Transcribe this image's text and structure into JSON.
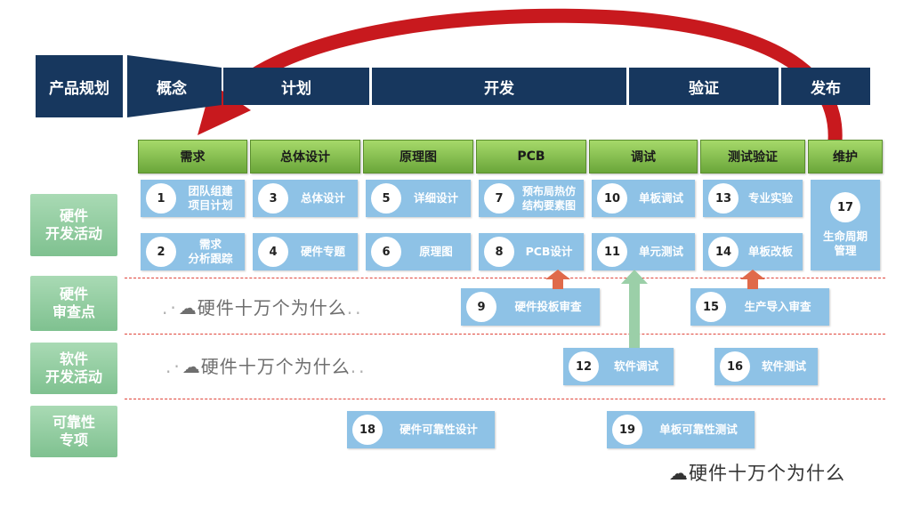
{
  "phases": [
    {
      "id": "product-planning",
      "label": "产品规划"
    },
    {
      "id": "concept",
      "label": "概念"
    },
    {
      "id": "plan",
      "label": "计划"
    },
    {
      "id": "develop",
      "label": "开发"
    },
    {
      "id": "verify",
      "label": "验证"
    },
    {
      "id": "release",
      "label": "发布"
    }
  ],
  "stages": [
    "需求",
    "总体设计",
    "原理图",
    "PCB",
    "调试",
    "测试验证",
    "维护"
  ],
  "rows": [
    "硬件\n开发活动",
    "硬件\n审查点",
    "软件\n开发活动",
    "可靠性\n专项"
  ],
  "tasks": [
    {
      "n": "1",
      "label": "团队组建\n项目计划"
    },
    {
      "n": "2",
      "label": "需求\n分析跟踪"
    },
    {
      "n": "3",
      "label": "总体设计"
    },
    {
      "n": "4",
      "label": "硬件专题"
    },
    {
      "n": "5",
      "label": "详细设计"
    },
    {
      "n": "6",
      "label": "原理图"
    },
    {
      "n": "7",
      "label": "预布局热仿\n结构要素图"
    },
    {
      "n": "8",
      "label": "PCB设计"
    },
    {
      "n": "9",
      "label": "硬件投板审查"
    },
    {
      "n": "10",
      "label": "单板调试"
    },
    {
      "n": "11",
      "label": "单元测试"
    },
    {
      "n": "12",
      "label": "软件调试"
    },
    {
      "n": "13",
      "label": "专业实验"
    },
    {
      "n": "14",
      "label": "单板改板"
    },
    {
      "n": "15",
      "label": "生产导入审查"
    },
    {
      "n": "16",
      "label": "软件测试"
    },
    {
      "n": "17",
      "label": "生命周期\n管理"
    },
    {
      "n": "18",
      "label": "硬件可靠性设计"
    },
    {
      "n": "19",
      "label": "单板可靠性测试"
    }
  ],
  "watermark": "硬件十万个为什么",
  "colors": {
    "phase_bg": "#17375e",
    "stage_green": "#8cc152",
    "row_label_green": "#92cda0",
    "task_blue": "#8ec2e6",
    "dashed_line": "#e0463c",
    "big_arrow": "#c8191e",
    "small_arrow": "#e06a4a",
    "green_arrow": "#9bcfa8"
  }
}
